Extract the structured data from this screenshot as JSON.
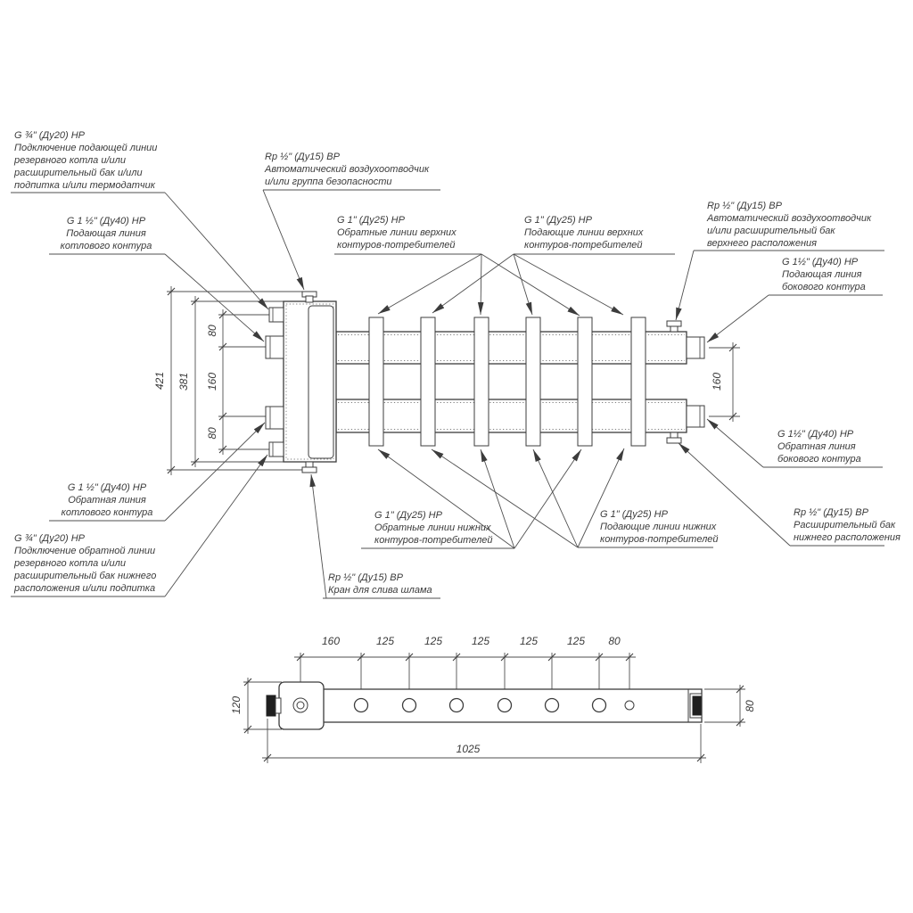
{
  "colors": {
    "background": "#ffffff",
    "ink": "#3c3c3c"
  },
  "labels": {
    "g34_top": {
      "lines": [
        "G ¾\" (Ду20) НР",
        "Подключение подающей линии",
        "резервного котла и/или",
        "расширительный бак и/или",
        "подпитка и/или термодатчик"
      ]
    },
    "g112_boiler_supply": {
      "lines": [
        "G 1 ½\" (Ду40) НР",
        "Подающая линия",
        "котлового контура"
      ]
    },
    "rp_air_group": {
      "lines": [
        "Rp ½\" (Ду15) ВР",
        "Автоматический воздухоотводчик",
        "и/или группа безопасности"
      ]
    },
    "g1_upper_return": {
      "lines": [
        "G 1\" (Ду25) НР",
        "Обратные линии верхних",
        "контуров-потребителей"
      ]
    },
    "g1_upper_supply": {
      "lines": [
        "G 1\" (Ду25) НР",
        "Подающие линии верхних",
        "контуров-потребителей"
      ]
    },
    "rp_air_upper": {
      "lines": [
        "Rp ½\" (Ду15) ВР",
        "Автоматический воздухоотводчик",
        "и/или расширительный бак",
        "верхнего расположения"
      ]
    },
    "g112_side_supply": {
      "lines": [
        "G 1½\" (Ду40) НР",
        "Подающая линия",
        "бокового контура"
      ]
    },
    "g112_side_return": {
      "lines": [
        "G 1½\" (Ду40) НР",
        "Обратная линия",
        "бокового контура"
      ]
    },
    "rp_exp_lower": {
      "lines": [
        "Rp ½\" (Ду15) ВР",
        "Расширительный бак",
        "нижнего расположения"
      ]
    },
    "g112_boiler_return": {
      "lines": [
        "G 1 ½\" (Ду40) НР",
        "Обратная линия",
        "котлового контура"
      ]
    },
    "g34_bottom": {
      "lines": [
        "G ¾\" (Ду20) НР",
        "Подключение обратной линии",
        "резервного котла и/или",
        "расширительный бак нижнего",
        "расположения и/или подпитка"
      ]
    },
    "rp_drain": {
      "lines": [
        "Rp ½\" (Ду15) ВР",
        "Кран для слива шлама"
      ]
    },
    "g1_lower_return": {
      "lines": [
        "G 1\" (Ду25) НР",
        "Обратные линии нижних",
        "контуров-потребителей"
      ]
    },
    "g1_lower_supply": {
      "lines": [
        "G 1\" (Ду25) НР",
        "Подающие линии нижних",
        "контуров-потребителей"
      ]
    }
  },
  "dims": {
    "side": {
      "overall": "421",
      "body": "381",
      "pitch_top": "80",
      "pitch_mid": "160",
      "pitch_bot": "80",
      "side_ports": "160"
    },
    "top": {
      "pitches": [
        "160",
        "125",
        "125",
        "125",
        "125",
        "125",
        "80"
      ],
      "overall": "1025",
      "left_width": "120",
      "right_width": "80"
    }
  }
}
